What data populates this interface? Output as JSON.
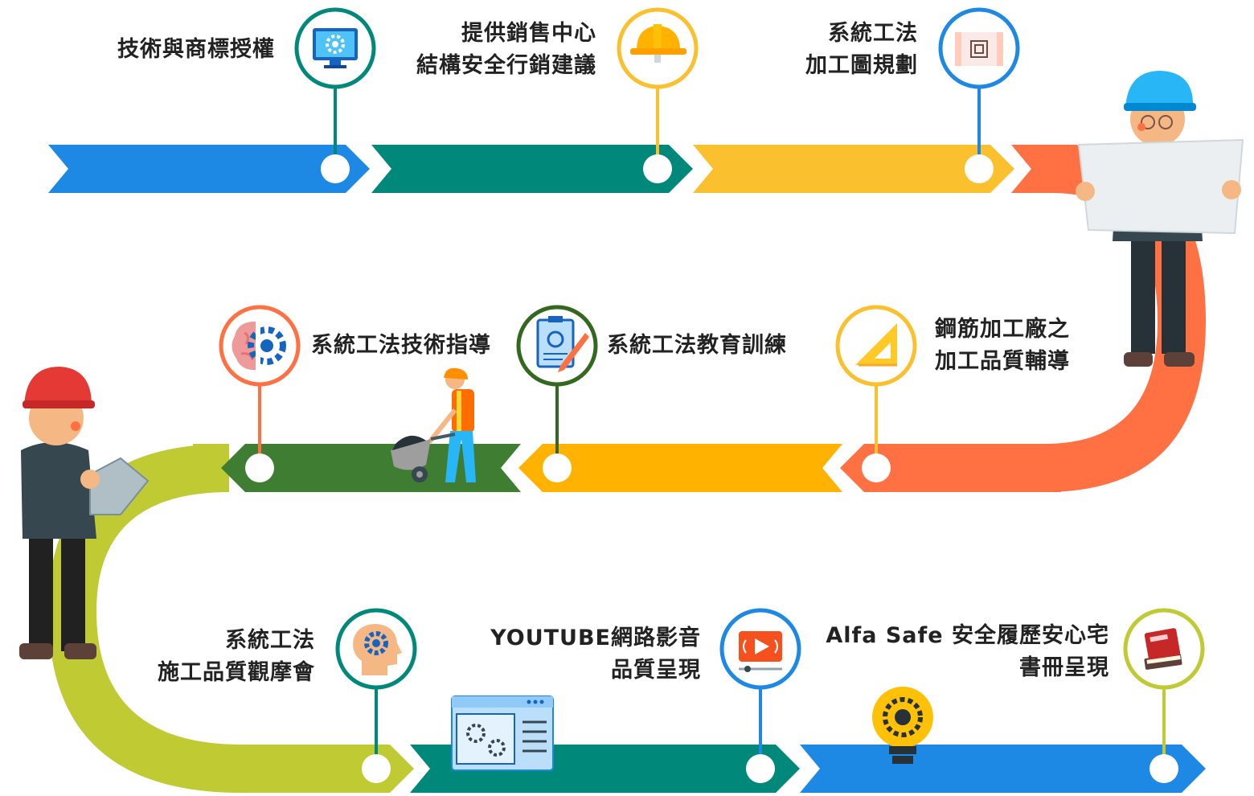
{
  "steps": [
    {
      "lines": [
        "技術與商標授權"
      ],
      "color": "#1e88e5",
      "icon": "monitor-gear-icon"
    },
    {
      "lines": [
        "提供銷售中心",
        "結構安全行銷建議"
      ],
      "color": "#fbc02d",
      "icon": "hard-hat-icon"
    },
    {
      "lines": [
        "系統工法",
        "加工圖規劃"
      ],
      "color": "#1e88e5",
      "icon": "blueprint-icon"
    },
    {
      "lines": [
        "鋼筋加工廠之",
        "加工品質輔導"
      ],
      "color": "#fbc02d",
      "icon": "set-square-icon"
    },
    {
      "lines": [
        "系統工法教育訓練"
      ],
      "color": "#33691e",
      "icon": "clipboard-pencil-icon"
    },
    {
      "lines": [
        "系統工法技術指導"
      ],
      "color": "#ff7043",
      "icon": "brain-gear-icon"
    },
    {
      "lines": [
        "系統工法",
        "施工品質觀摩會"
      ],
      "color": "#00897b",
      "icon": "head-gear-icon"
    },
    {
      "lines": [
        "YOUTUBE網路影音",
        "品質呈現"
      ],
      "color": "#1e88e5",
      "icon": "video-player-icon"
    },
    {
      "lines": [
        "Alfa Safe 安全履歷安心宅",
        "書冊呈現"
      ],
      "color": "#c0ca33",
      "icon": "books-icon"
    }
  ],
  "road_colors": {
    "row1": [
      "#1e88e5",
      "#00897b",
      "#fbc02d",
      "#ff7043"
    ],
    "row2": [
      "#ff7043",
      "#ffb300",
      "#3e7d32",
      "#c0ca33"
    ],
    "row3": [
      "#c0ca33",
      "#00897b",
      "#1e88e5"
    ]
  }
}
